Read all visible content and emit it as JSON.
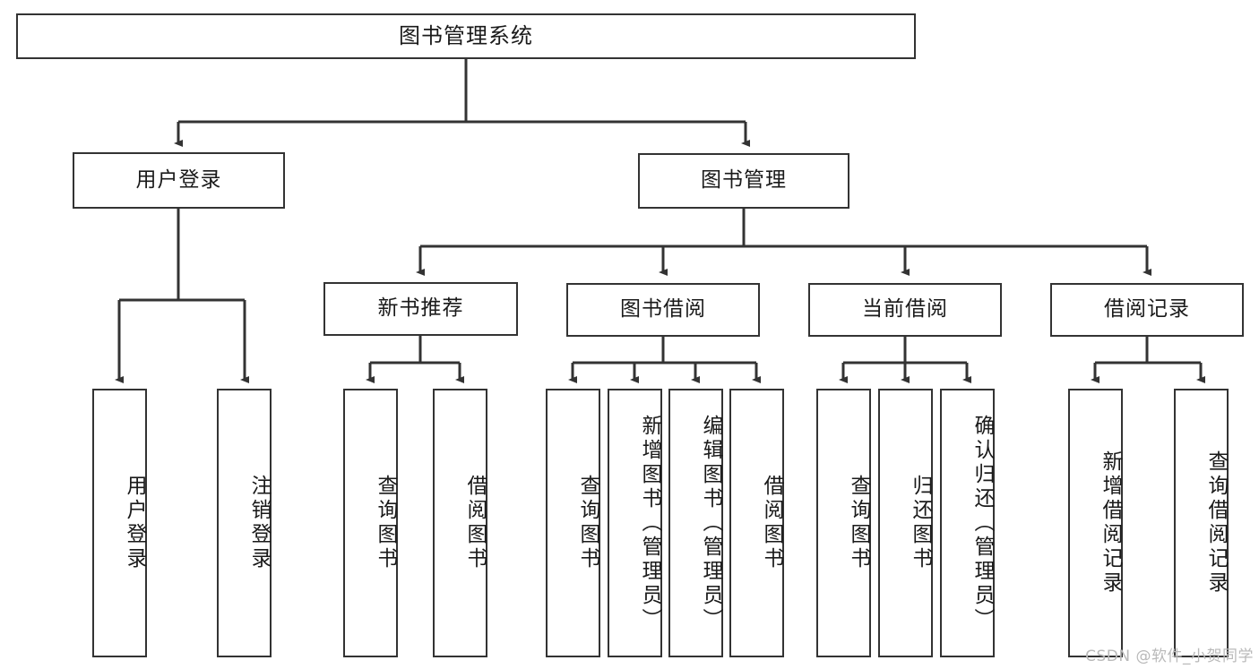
{
  "diagram": {
    "title": "图书管理系统",
    "type": "tree-hierarchy-chart",
    "watermark": "CSDN @软件_小贺同学",
    "colors": {
      "stroke": "#333333",
      "background": "#ffffff",
      "text": "#1a1a1a",
      "watermark": "#b9b9b9"
    },
    "nodes": {
      "root": {
        "label": "图书管理系统"
      },
      "level2": [
        {
          "id": "user-login",
          "label": "用户登录"
        },
        {
          "id": "book-manage",
          "label": "图书管理"
        }
      ],
      "level3": [
        {
          "id": "new-book-recommend",
          "label": "新书推荐"
        },
        {
          "id": "book-borrow",
          "label": "图书借阅"
        },
        {
          "id": "current-borrow",
          "label": "当前借阅"
        },
        {
          "id": "borrow-record",
          "label": "借阅记录"
        }
      ],
      "leaves": {
        "user-login": [
          {
            "id": "leaf-user-login",
            "label": "用户登录"
          },
          {
            "id": "leaf-logout-login",
            "label": "注销登录"
          }
        ],
        "new-book-recommend": [
          {
            "id": "leaf-query-book-1",
            "label": "查询图书"
          },
          {
            "id": "leaf-borrow-book-1",
            "label": "借阅图书"
          }
        ],
        "book-borrow": [
          {
            "id": "leaf-query-book-2",
            "label": "查询图书"
          },
          {
            "id": "leaf-add-book",
            "label": "新增图书（管理员）"
          },
          {
            "id": "leaf-edit-book",
            "label": "编辑图书（管理员）"
          },
          {
            "id": "leaf-borrow-book-2",
            "label": "借阅图书"
          }
        ],
        "current-borrow": [
          {
            "id": "leaf-query-book-3",
            "label": "查询图书"
          },
          {
            "id": "leaf-return-book",
            "label": "归还图书"
          },
          {
            "id": "leaf-confirm-return",
            "label": "确认归还（管理员）"
          }
        ],
        "borrow-record": [
          {
            "id": "leaf-add-record",
            "label": "新增借阅记录"
          },
          {
            "id": "leaf-query-record",
            "label": "查询借阅记录"
          }
        ]
      }
    }
  }
}
